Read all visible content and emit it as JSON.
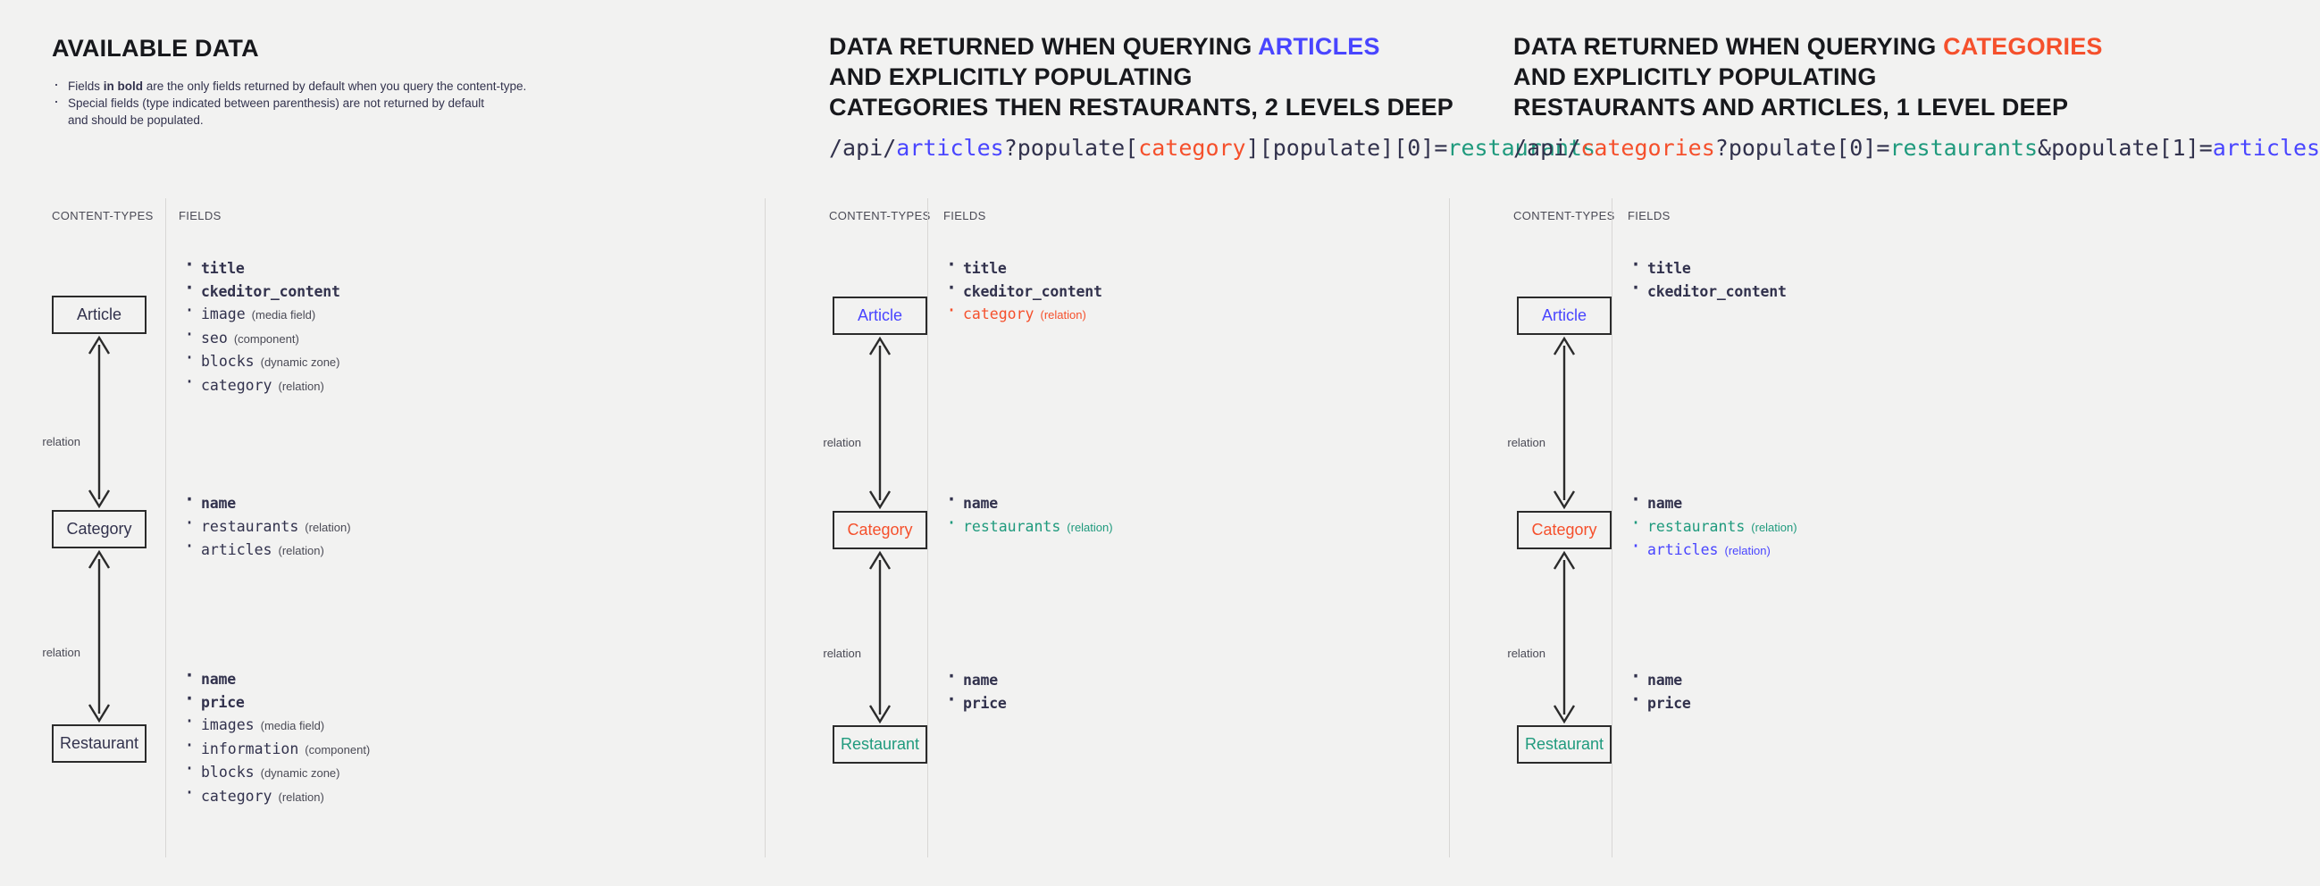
{
  "colors": {
    "background": "#f2f2f1",
    "text": "#32324d",
    "accent_blue": "#4945ff",
    "accent_red": "#f5502c",
    "accent_green": "#1f9a7d",
    "box_border": "#2b2b2b"
  },
  "columns": [
    {
      "id": "available-data",
      "heading_lines": [
        "AVAILABLE DATA"
      ],
      "heading_accent": "",
      "api_url": null,
      "legend": [
        "Fields in bold are the only fields returned by default when you query the content-type.",
        "Special fields (type indicated between parenthesis) are not returned by default and should be populated."
      ],
      "legend_parts": {
        "l1_a": "Fields ",
        "l1_b": "in bold",
        "l1_c": " are the only fields returned by default when you query the content-type.",
        "l2_a": "Special fields (type indicated between parenthesis) are not returned by default",
        "l2_b": "and should be populated."
      },
      "sublabel_content_types": "CONTENT-TYPES",
      "sublabel_fields": "FIELDS",
      "relation_label_1": "relation",
      "relation_label_2": "relation",
      "boxes": [
        {
          "label": "Article",
          "color": "default"
        },
        {
          "label": "Category",
          "color": "default"
        },
        {
          "label": "Restaurant",
          "color": "default"
        }
      ],
      "field_groups": [
        {
          "for": "Article",
          "fields": [
            {
              "name": "title",
              "type": "",
              "bold": true,
              "color": "default"
            },
            {
              "name": "ckeditor_content",
              "type": "",
              "bold": true,
              "color": "default"
            },
            {
              "name": "image",
              "type": "(media field)",
              "bold": false,
              "color": "default"
            },
            {
              "name": "seo",
              "type": "(component)",
              "bold": false,
              "color": "default"
            },
            {
              "name": "blocks",
              "type": "(dynamic zone)",
              "bold": false,
              "color": "default"
            },
            {
              "name": "category",
              "type": "(relation)",
              "bold": false,
              "color": "default"
            }
          ]
        },
        {
          "for": "Category",
          "fields": [
            {
              "name": "name",
              "type": "",
              "bold": true,
              "color": "default"
            },
            {
              "name": "restaurants",
              "type": "(relation)",
              "bold": false,
              "color": "default"
            },
            {
              "name": "articles",
              "type": "(relation)",
              "bold": false,
              "color": "default"
            }
          ]
        },
        {
          "for": "Restaurant",
          "fields": [
            {
              "name": "name",
              "type": "",
              "bold": true,
              "color": "default"
            },
            {
              "name": "price",
              "type": "",
              "bold": true,
              "color": "default"
            },
            {
              "name": "images",
              "type": "(media field)",
              "bold": false,
              "color": "default"
            },
            {
              "name": "information",
              "type": "(component)",
              "bold": false,
              "color": "default"
            },
            {
              "name": "blocks",
              "type": "(dynamic zone)",
              "bold": false,
              "color": "default"
            },
            {
              "name": "category",
              "type": "(relation)",
              "bold": false,
              "color": "default"
            }
          ]
        }
      ]
    },
    {
      "id": "query-articles",
      "heading_lines": [
        "DATA RETURNED WHEN QUERYING ",
        "AND EXPLICITLY POPULATING",
        "CATEGORIES THEN RESTAURANTS, 2 LEVELS DEEP"
      ],
      "heading_accent": "ARTICLES",
      "api_url_parts": [
        {
          "t": "/api/",
          "c": "default"
        },
        {
          "t": "articles",
          "c": "blue"
        },
        {
          "t": "?populate[",
          "c": "default"
        },
        {
          "t": "category",
          "c": "red"
        },
        {
          "t": "][populate][0]=",
          "c": "default"
        },
        {
          "t": "restaurants",
          "c": "green"
        }
      ],
      "api_url": "/api/articles?populate[category][populate][0]=restaurants",
      "sublabel_content_types": "CONTENT-TYPES",
      "sublabel_fields": "FIELDS",
      "relation_label_1": "relation",
      "relation_label_2": "relation",
      "boxes": [
        {
          "label": "Article",
          "color": "blue"
        },
        {
          "label": "Category",
          "color": "red"
        },
        {
          "label": "Restaurant",
          "color": "green"
        }
      ],
      "field_groups": [
        {
          "for": "Article",
          "fields": [
            {
              "name": "title",
              "type": "",
              "bold": true,
              "color": "default"
            },
            {
              "name": "ckeditor_content",
              "type": "",
              "bold": true,
              "color": "default"
            },
            {
              "name": "category",
              "type": "(relation)",
              "bold": false,
              "color": "red"
            }
          ]
        },
        {
          "for": "Category",
          "fields": [
            {
              "name": "name",
              "type": "",
              "bold": true,
              "color": "default"
            },
            {
              "name": "restaurants",
              "type": "(relation)",
              "bold": false,
              "color": "green"
            }
          ]
        },
        {
          "for": "Restaurant",
          "fields": [
            {
              "name": "name",
              "type": "",
              "bold": true,
              "color": "default"
            },
            {
              "name": "price",
              "type": "",
              "bold": true,
              "color": "default"
            }
          ]
        }
      ]
    },
    {
      "id": "query-categories",
      "heading_lines": [
        "DATA RETURNED WHEN QUERYING ",
        "AND EXPLICITLY POPULATING",
        "RESTAURANTS AND ARTICLES, 1 LEVEL DEEP"
      ],
      "heading_accent": "CATEGORIES",
      "api_url_parts": [
        {
          "t": "/api/",
          "c": "default"
        },
        {
          "t": "categories",
          "c": "red"
        },
        {
          "t": "?populate[0]=",
          "c": "default"
        },
        {
          "t": "restaurants",
          "c": "green"
        },
        {
          "t": "&populate[1]=",
          "c": "default"
        },
        {
          "t": "articles",
          "c": "blue"
        }
      ],
      "api_url": "/api/categories?populate[0]=restaurants&populate[1]=articles",
      "sublabel_content_types": "CONTENT-TYPES",
      "sublabel_fields": "FIELDS",
      "relation_label_1": "relation",
      "relation_label_2": "relation",
      "boxes": [
        {
          "label": "Article",
          "color": "blue"
        },
        {
          "label": "Category",
          "color": "red"
        },
        {
          "label": "Restaurant",
          "color": "green"
        }
      ],
      "field_groups": [
        {
          "for": "Article",
          "fields": [
            {
              "name": "title",
              "type": "",
              "bold": true,
              "color": "default"
            },
            {
              "name": "ckeditor_content",
              "type": "",
              "bold": true,
              "color": "default"
            }
          ]
        },
        {
          "for": "Category",
          "fields": [
            {
              "name": "name",
              "type": "",
              "bold": true,
              "color": "default"
            },
            {
              "name": "restaurants",
              "type": "(relation)",
              "bold": false,
              "color": "green"
            },
            {
              "name": "articles",
              "type": "(relation)",
              "bold": false,
              "color": "blue"
            }
          ]
        },
        {
          "for": "Restaurant",
          "fields": [
            {
              "name": "name",
              "type": "",
              "bold": true,
              "color": "default"
            },
            {
              "name": "price",
              "type": "",
              "bold": true,
              "color": "default"
            }
          ]
        }
      ]
    }
  ]
}
